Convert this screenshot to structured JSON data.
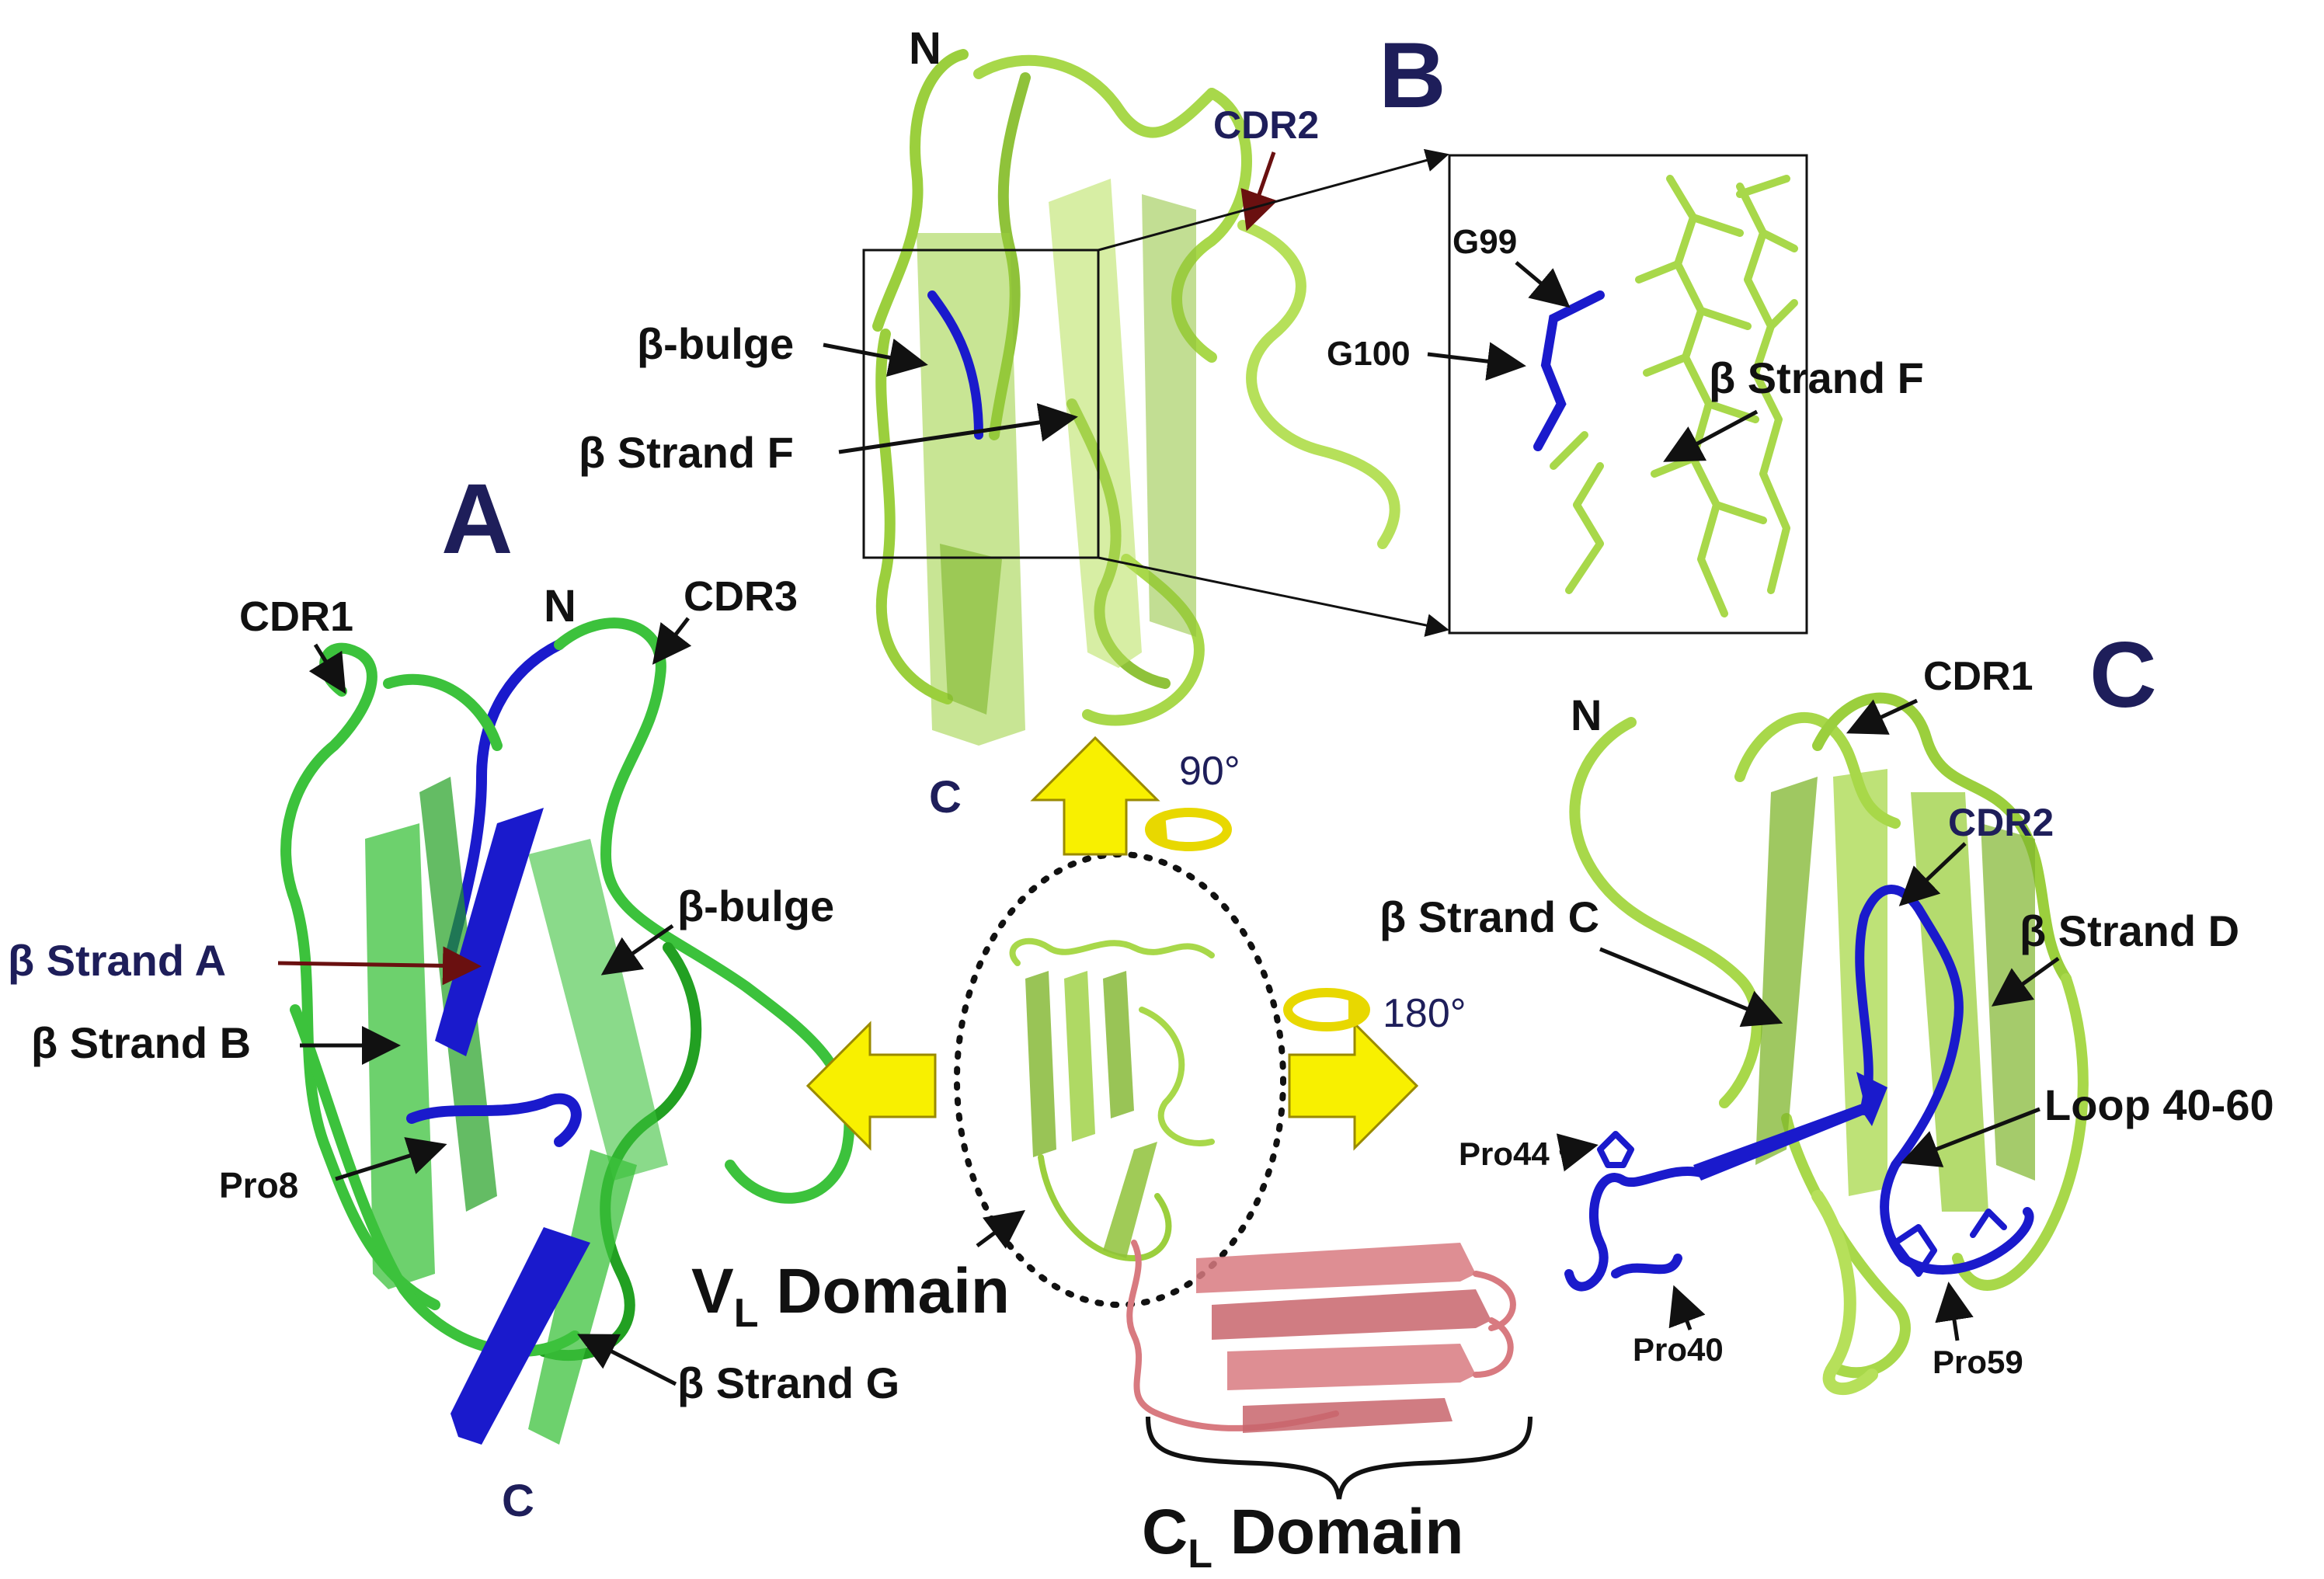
{
  "panels": {
    "a": {
      "letter": "A",
      "labels": {
        "cdr1": "CDR1",
        "n_term": "N",
        "cdr3": "CDR3",
        "beta_bulge": "β-bulge",
        "strand_a": "β Strand A",
        "strand_b": "β Strand B",
        "pro8": "Pro8",
        "strand_g": "β Strand G",
        "c_term": "C"
      }
    },
    "b": {
      "letter": "B",
      "labels": {
        "n_term": "N",
        "cdr2": "CDR2",
        "beta_bulge": "β-bulge",
        "strand_f": "β Strand F",
        "c_term": "C"
      },
      "inset": {
        "g99": "G99",
        "g100": "G100",
        "strand_f": "β Strand F"
      }
    },
    "c": {
      "letter": "C",
      "labels": {
        "n_term": "N",
        "cdr1": "CDR1",
        "cdr2": "CDR2",
        "strand_c": "β Strand C",
        "strand_d": "β Strand D",
        "loop": "Loop 40-60",
        "pro44": "Pro44",
        "pro40": "Pro40",
        "pro59": "Pro59"
      }
    },
    "center": {
      "rot_90": "90°",
      "rot_180": "180°",
      "vl_main": "V",
      "vl_sub": "L",
      "vl_rest": " Domain",
      "cl_main": "C",
      "cl_sub": "L",
      "cl_rest": " Domain"
    }
  },
  "colors": {
    "panel_a_protein": "#3cc23c",
    "panel_a_dark": "#22a022",
    "panel_bc_protein": "#a8d84a",
    "panel_bc_dark": "#7fb52c",
    "highlight": "#1a1acc",
    "cl_domain": "#d87a80",
    "arrow_fill": "#f8f000",
    "label_dark": "#111111",
    "label_navy": "#1e1e5a"
  }
}
